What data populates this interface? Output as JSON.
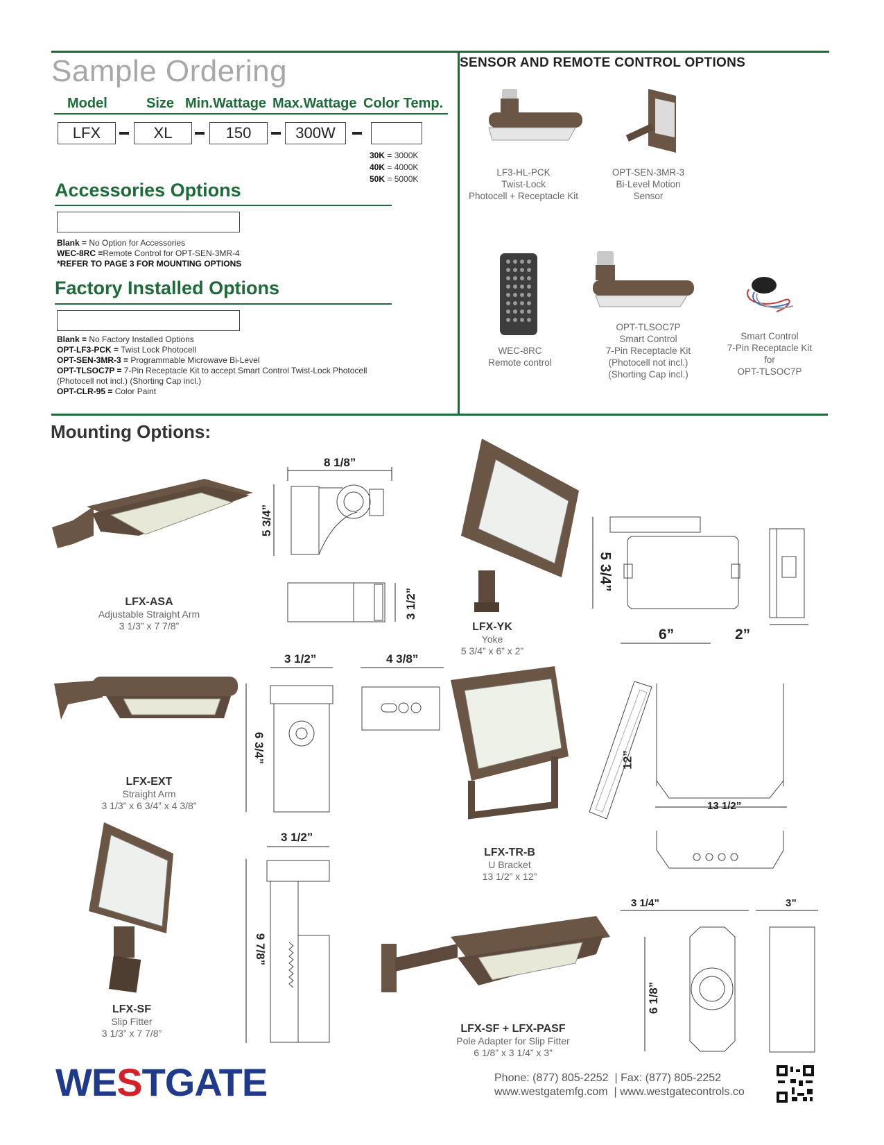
{
  "ordering": {
    "title": "Sample Ordering",
    "columns": [
      "Model",
      "Size",
      "Min.Wattage",
      "Max.Wattage",
      "Color Temp."
    ],
    "boxes": [
      "LFX",
      "XL",
      "150",
      "300W",
      ""
    ],
    "color_temps": [
      {
        "code": "30K",
        "value": "3000K"
      },
      {
        "code": "40K",
        "value": "4000K"
      },
      {
        "code": "50K",
        "value": "5000K"
      }
    ]
  },
  "accessories": {
    "title": "Accessories Options",
    "notes": [
      {
        "key": "Blank =",
        "text": " No Option for Accessories"
      },
      {
        "key": "WEC-8RC =",
        "text": "Remote Control for OPT-SEN-3MR-4"
      },
      {
        "key": "*REFER TO PAGE 3 FOR MOUNTING OPTIONS",
        "text": ""
      }
    ]
  },
  "factory": {
    "title": "Factory Installed Options",
    "notes": [
      {
        "key": "Blank =",
        "text": " No Factory Installed Options"
      },
      {
        "key": "OPT-LF3-PCK =",
        "text": " Twist Lock Photocell"
      },
      {
        "key": "OPT-SEN-3MR-3 =",
        "text": " Programmable Microwave Bi-Level"
      },
      {
        "key": "OPT-TLSOC7P =",
        "text": " 7-Pin Receptacle Kit to accept Smart Control Twist-Lock Photocell"
      },
      {
        "key": "",
        "text": "(Photocell not incl.) (Shorting Cap incl.)"
      },
      {
        "key": "OPT-CLR-95 =",
        "text": " Color Paint"
      }
    ]
  },
  "sensors": {
    "title": "SENSOR AND REMOTE CONTROL OPTIONS",
    "items": [
      {
        "lines": [
          "LF3-HL-PCK",
          "Twist-Lock",
          "Photocell + Receptacle Kit"
        ]
      },
      {
        "lines": [
          "OPT-SEN-3MR-3",
          "Bi-Level Motion",
          "Sensor"
        ]
      },
      {
        "lines": [
          "WEC-8RC",
          "Remote control"
        ]
      },
      {
        "lines": [
          "OPT-TLSOC7P",
          "Smart Control",
          "7-Pin Receptacle Kit",
          "(Photocell not incl.)",
          "(Shorting Cap incl.)"
        ]
      },
      {
        "lines": [
          "Smart Control",
          "7-Pin Receptacle Kit",
          "for",
          "OPT-TLSOC7P"
        ]
      }
    ]
  },
  "mounting": {
    "title": "Mounting Options:",
    "items": [
      {
        "model": "LFX-ASA",
        "name": "Adjustable Straight Arm",
        "size": "3 1/3” x 7 7/8”"
      },
      {
        "model": "LFX-YK",
        "name": "Yoke",
        "size": "5 3/4” x 6” x 2”"
      },
      {
        "model": "LFX-EXT",
        "name": "Straight Arm",
        "size": "3 1/3” x 6 3/4” x 4 3/8”"
      },
      {
        "model": "LFX-TR-B",
        "name": "U Bracket",
        "size": "13 1/2” x 12”"
      },
      {
        "model": "LFX-SF",
        "name": "Slip Fitter",
        "size": "3 1/3” x 7 7/8”"
      },
      {
        "model": "LFX-SF + LFX-PASF",
        "name": "Pole Adapter for Slip Fitter",
        "size": "6 1/8” x 3 1/4” x 3”"
      }
    ],
    "dims": {
      "asa_w": "8 1/8”",
      "asa_h": "5 3/4”",
      "asa_d": "3 1/2”",
      "yk_h": "5 3/4”",
      "yk_w": "6”",
      "yk_d": "2”",
      "ext_w": "3 1/2”",
      "ext_w2": "4 3/8”",
      "ext_h": "6 3/4”",
      "trb_h": "12”",
      "trb_w": "13 1/2”",
      "sf_w": "3 1/2”",
      "sf_h": "9 7/8”",
      "pasf_w": "3 1/4”",
      "pasf_d": "3”",
      "pasf_h": "6 1/8”"
    }
  },
  "footer": {
    "brand_a": "WE",
    "brand_b": "S",
    "brand_c": "TGATE",
    "phone": "Phone: (877) 805-2252",
    "fax": "| Fax: (877) 805-2252",
    "web1": "www.westgatemfg.com",
    "web2": "| www.westgatecontrols.co"
  },
  "colors": {
    "accent": "#1e6b3a",
    "brand_blue": "#1f3a8a",
    "brand_red": "#d42027",
    "fixture": "#6b5646"
  }
}
